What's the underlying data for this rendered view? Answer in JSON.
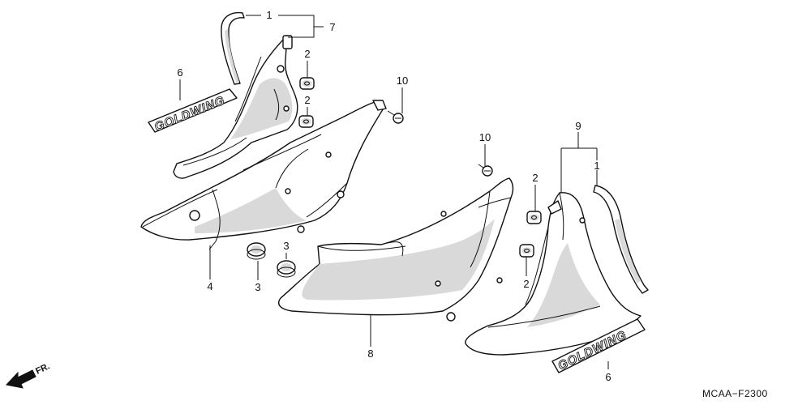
{
  "diagram": {
    "callouts": {
      "c1_left": "1",
      "c7": "7",
      "c6_left": "6",
      "c2_a": "2",
      "c2_b": "2",
      "c10_a": "10",
      "c10_b": "10",
      "c2_c": "2",
      "c2_d": "2",
      "c9": "9",
      "c1_right": "1",
      "c4": "4",
      "c3_a": "3",
      "c3_b": "3",
      "c8": "8",
      "c6_right": "6"
    },
    "emblem_left_text": "GOLDWING",
    "emblem_right_text": "GOLDWING",
    "direction_label": "FR.",
    "diagram_code": "MCAA−F2300"
  }
}
